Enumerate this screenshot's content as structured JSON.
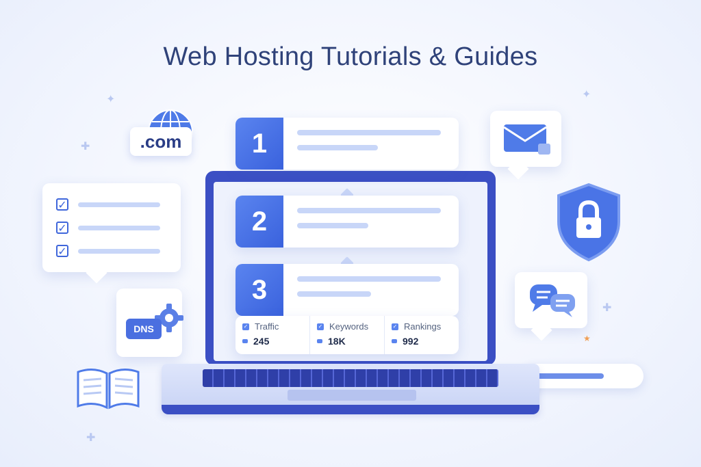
{
  "title": "Web Hosting Tutorials & Guides",
  "domain_badge": ".com",
  "dns_badge": "DNS",
  "steps": [
    {
      "number": "1"
    },
    {
      "number": "2"
    },
    {
      "number": "3"
    }
  ],
  "stats": [
    {
      "label": "Traffic",
      "value": "245"
    },
    {
      "label": "Keywords",
      "value": "18K"
    },
    {
      "label": "Rankings",
      "value": "992"
    }
  ],
  "icons": [
    "globe-icon",
    "checklist-icon",
    "dns-gear-icon",
    "open-book-icon",
    "email-icon",
    "shield-lock-icon",
    "chat-bubbles-icon",
    "search-bar-icon"
  ],
  "colors": {
    "accent": "#3a62dd",
    "title": "#2f4279",
    "laptop": "#3b4fc4",
    "background": "#eef2fd"
  }
}
